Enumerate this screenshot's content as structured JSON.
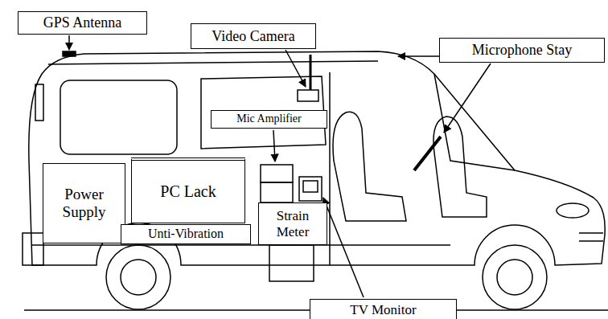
{
  "diagram": {
    "nodes": [
      {
        "text": [
          "GPS Antenna"
        ]
      },
      {
        "text": [
          "Video Camera"
        ]
      },
      {
        "text": [
          "Microphone Stay"
        ]
      },
      {
        "text": [
          "Mic Amplifier"
        ]
      },
      {
        "text": [
          "Power Supply"
        ]
      },
      {
        "text": [
          "PC Lack"
        ]
      },
      {
        "text": [
          "Unti-Vibration"
        ]
      },
      {
        "text": [
          "Strain Meter"
        ]
      },
      {
        "text": [
          "TV Monitor"
        ]
      }
    ]
  }
}
